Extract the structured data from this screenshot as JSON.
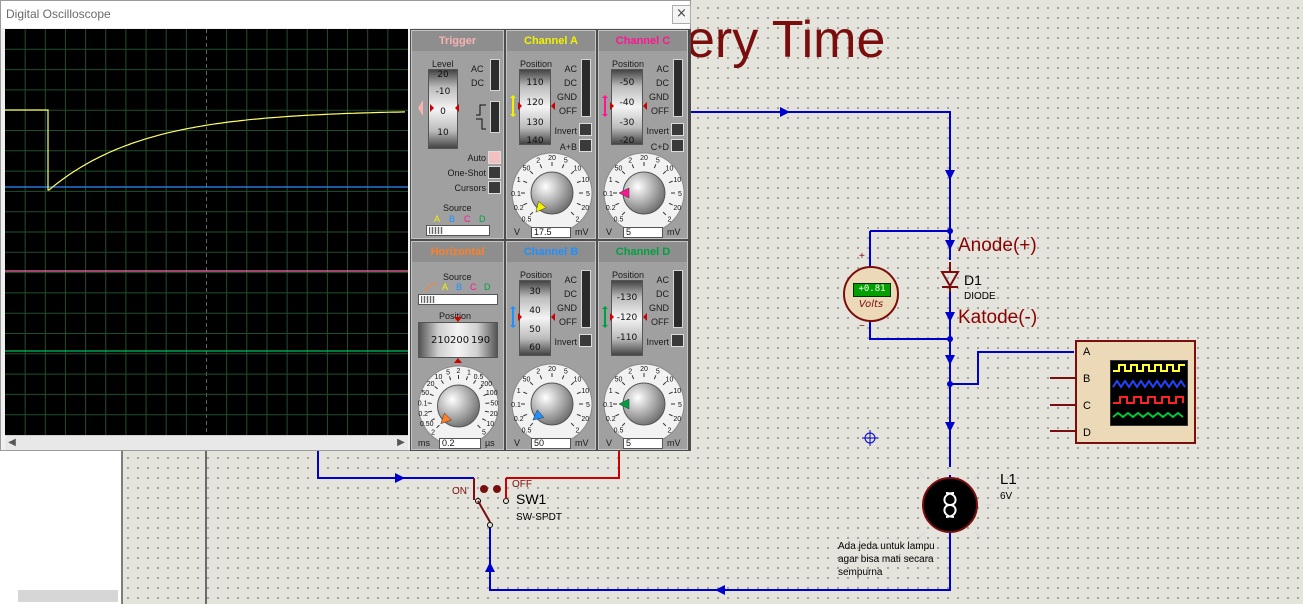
{
  "window": {
    "title": "Digital Oscilloscope",
    "close": "×"
  },
  "schematic": {
    "title_fragment": "ery Time",
    "anode_label": "Anode(+)",
    "cathode_label": "Katode(-)",
    "diode_ref": "D1",
    "diode_value": "DIODE",
    "switch_ref": "SW1",
    "switch_value": "SW-SPDT",
    "switch_on": "ON",
    "switch_off": "OFF",
    "lamp_ref": "L1",
    "lamp_value": "6V",
    "note_lines": [
      "Ada jeda untuk lampu",
      "agar bisa mati secara",
      "sempurna"
    ],
    "voltmeter_reading": "+0.81",
    "voltmeter_unit": "Volts",
    "voltmeter_plus": "+",
    "voltmeter_minus": "−",
    "probe_channels": [
      "A",
      "B",
      "C",
      "D"
    ],
    "colors": {
      "wire": "#0000cc",
      "switch_wire": "#cc0000",
      "component": "#7a0d0d",
      "label": "#8b0000"
    }
  },
  "trigger": {
    "title": "Trigger",
    "level_label": "Level",
    "level_ticks": [
      "20",
      "-10",
      "0",
      "10"
    ],
    "ac": "AC",
    "dc": "DC",
    "auto": "Auto",
    "oneshot": "One-Shot",
    "cursors": "Cursors",
    "source_label": "Source",
    "sources": [
      "A",
      "B",
      "C",
      "D"
    ]
  },
  "horizontal": {
    "title": "Horizontal",
    "source_label": "Source",
    "sources": [
      "A",
      "B",
      "C",
      "D"
    ],
    "position_label": "Position",
    "position_ticks": [
      "210",
      "200",
      "190"
    ],
    "knob_scale": [
      "2",
      "0.50",
      "0.2",
      "0.1",
      "50",
      "20",
      "10",
      "5",
      "2",
      "1",
      "0.5",
      "200",
      "100",
      "50",
      "20",
      "10",
      "5"
    ],
    "left_unit": "ms",
    "value": "0.2",
    "right_unit": "µs"
  },
  "channels": {
    "A": {
      "title": "Channel A",
      "position_label": "Position",
      "ticks": [
        "110",
        "120",
        "130",
        "140"
      ],
      "modes": [
        "AC",
        "DC",
        "GND",
        "OFF"
      ],
      "invert": "Invert",
      "combine": "A+B",
      "knob_scale": [
        "0.5",
        "0.2",
        "0.1",
        "1",
        "50",
        "2",
        "20",
        "5",
        "10",
        "10",
        "5",
        "20",
        "2"
      ],
      "left_unit": "V",
      "value": "17.5",
      "right_unit": "mV",
      "color": "#f2f200"
    },
    "B": {
      "title": "Channel B",
      "position_label": "Position",
      "ticks": [
        "30",
        "40",
        "50",
        "60"
      ],
      "modes": [
        "AC",
        "DC",
        "GND",
        "OFF"
      ],
      "invert": "Invert",
      "combine": "",
      "knob_scale": [
        "0.5",
        "0.2",
        "0.1",
        "1",
        "50",
        "2",
        "20",
        "5",
        "10",
        "10",
        "5",
        "20",
        "2"
      ],
      "left_unit": "V",
      "value": "50",
      "right_unit": "mV",
      "color": "#1e90ff"
    },
    "C": {
      "title": "Channel C",
      "position_label": "Position",
      "ticks": [
        "-50",
        "-40",
        "-30",
        "-20"
      ],
      "modes": [
        "AC",
        "DC",
        "GND",
        "OFF"
      ],
      "invert": "Invert",
      "combine": "C+D",
      "knob_scale": [
        "0.5",
        "0.2",
        "0.1",
        "1",
        "50",
        "2",
        "20",
        "5",
        "10",
        "10",
        "5",
        "20",
        "2"
      ],
      "left_unit": "V",
      "value": "5",
      "right_unit": "mV",
      "color": "#ff1493"
    },
    "D": {
      "title": "Channel D",
      "position_label": "Position",
      "ticks": [
        "-130",
        "-120",
        "-110"
      ],
      "modes": [
        "AC",
        "DC",
        "GND",
        "OFF"
      ],
      "invert": "Invert",
      "combine": "",
      "knob_scale": [
        "0.5",
        "0.2",
        "0.1",
        "1",
        "50",
        "2",
        "20",
        "5",
        "10",
        "10",
        "5",
        "20",
        "2"
      ],
      "left_unit": "V",
      "value": "5",
      "right_unit": "mV",
      "color": "#00a040"
    }
  },
  "trace_colors": {
    "A": "#ffff66",
    "B": "#2a8cff",
    "C": "#ff6fae",
    "D": "#00c060"
  }
}
